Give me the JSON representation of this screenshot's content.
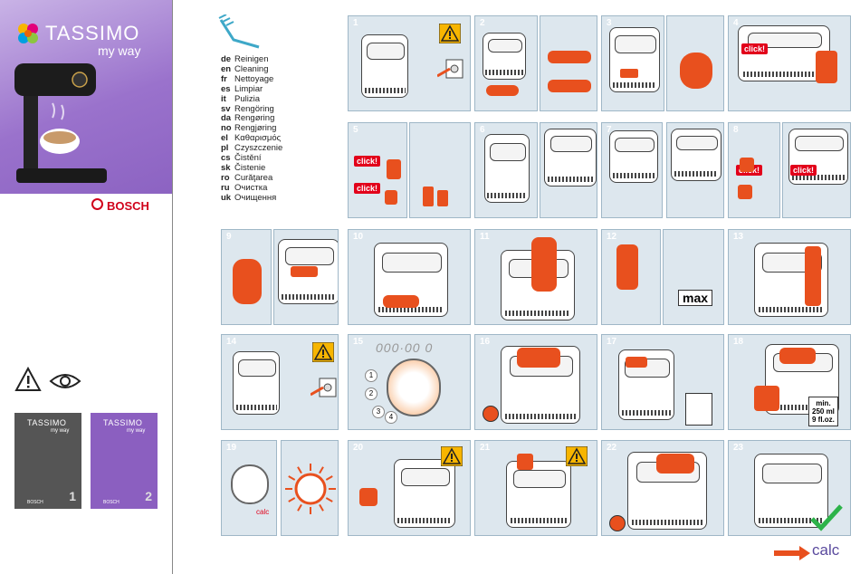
{
  "brand": {
    "name": "TASSIMO",
    "sub": "my way",
    "maker": "BOSCH"
  },
  "languages": [
    {
      "code": "de",
      "text": "Reinigen"
    },
    {
      "code": "en",
      "text": "Cleaning"
    },
    {
      "code": "fr",
      "text": "Nettoyage"
    },
    {
      "code": "es",
      "text": "Limpiar"
    },
    {
      "code": "it",
      "text": "Pulizia"
    },
    {
      "code": "sv",
      "text": "Rengöring"
    },
    {
      "code": "da",
      "text": "Rengøring"
    },
    {
      "code": "no",
      "text": "Rengjøring"
    },
    {
      "code": "el",
      "text": "Καθαρισμός"
    },
    {
      "code": "pl",
      "text": "Czyszczenie"
    },
    {
      "code": "cs",
      "text": "Čistění"
    },
    {
      "code": "sk",
      "text": "Čistenie"
    },
    {
      "code": "ro",
      "text": "Curăţarea"
    },
    {
      "code": "ru",
      "text": "Очистка"
    },
    {
      "code": "uk",
      "text": "Очищення"
    }
  ],
  "covers": [
    {
      "title": "TASSIMO",
      "sub": "my way",
      "num": "1",
      "maker": "BOSCH"
    },
    {
      "title": "TASSIMO",
      "sub": "my way",
      "num": "2",
      "maker": "BOSCH"
    }
  ],
  "steps": {
    "s1": "1",
    "s2": "2",
    "s3": "3",
    "s4": "4",
    "s5": "5",
    "s6": "6",
    "s7": "7",
    "s8": "8",
    "s9": "9",
    "s10": "10",
    "s11": "11",
    "s12": "12",
    "s13": "13",
    "s14": "14",
    "s15": "15",
    "s16": "16",
    "s17": "17",
    "s18": "18",
    "s19": "19",
    "s20": "20",
    "s21": "21",
    "s22": "22",
    "s23": "23"
  },
  "labels": {
    "click": "click!",
    "max": "max",
    "min_text": [
      "min.",
      "250 ml",
      "9 fl.oz."
    ],
    "display": "000·00 0",
    "calc": "calc",
    "footer_calc": "calc",
    "dial": [
      "1",
      "2",
      "3",
      "4"
    ]
  },
  "colors": {
    "accent": "#e8501e",
    "panel": "#dde7ee",
    "purple": "#8c63c2",
    "check": "#2db34a"
  }
}
